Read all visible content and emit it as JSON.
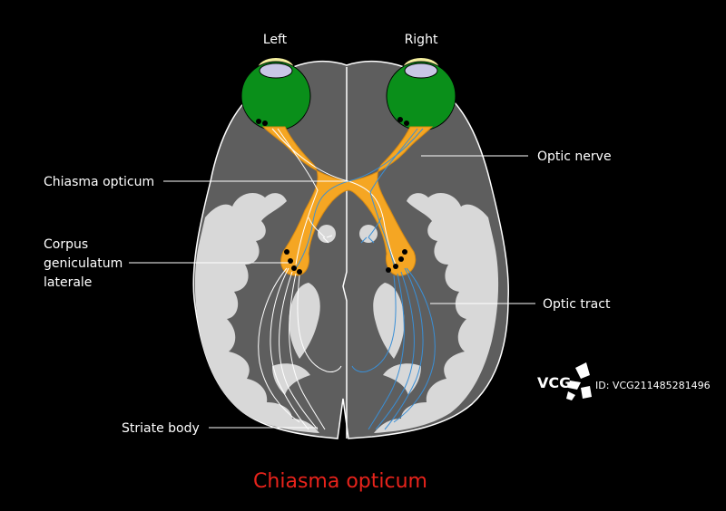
{
  "labels": {
    "left": "Left",
    "right": "Right",
    "chiasma": "Chiasma opticum",
    "optic_nerve": "Optic nerve",
    "corpus_line1": "Corpus",
    "corpus_line2": "geniculatum",
    "corpus_line3": "laterale",
    "optic_tract": "Optic tract",
    "striate": "Striate body"
  },
  "title": "Chiasma opticum",
  "watermark": {
    "logo_text": "VCG",
    "id_text": "ID: VCG211485281496"
  },
  "colors": {
    "background": "#000000",
    "brain": "#5e5e5e",
    "cortex": "#d8d8d8",
    "eye": "#0a8f1a",
    "lens": "#c9c7e6",
    "pathway": "#f5a623",
    "left_fibers": "#ffffff",
    "right_fibers": "#3a8fd6",
    "title": "#e8231b"
  }
}
